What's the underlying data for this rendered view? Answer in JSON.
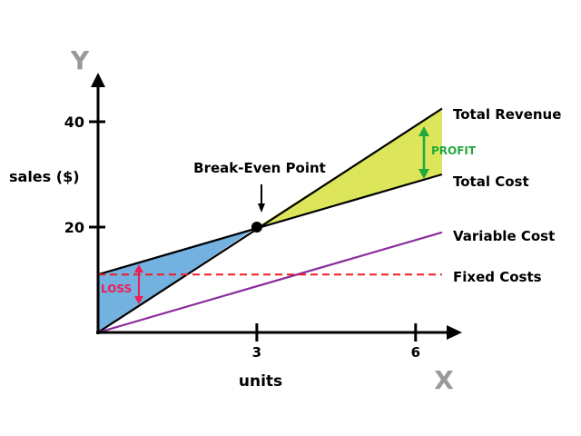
{
  "chart_data": {
    "type": "line",
    "title": "Break-Even Chart",
    "xlabel": "units",
    "ylabel": "sales ($)",
    "x_axis_letter": "X",
    "y_axis_letter": "Y",
    "x_ticks": [
      {
        "value": 3,
        "label": "3"
      },
      {
        "value": 6,
        "label": "6"
      }
    ],
    "y_ticks": [
      {
        "value": 20,
        "label": "20"
      },
      {
        "value": 40,
        "label": "40"
      }
    ],
    "xlim": [
      0,
      6.9
    ],
    "ylim": [
      0,
      50
    ],
    "series": [
      {
        "name": "Total Revenue",
        "points": [
          [
            0,
            0
          ],
          [
            6.5,
            42.5
          ]
        ],
        "color": "#000000",
        "style": "solid"
      },
      {
        "name": "Total Cost",
        "points": [
          [
            0,
            11
          ],
          [
            6.5,
            30
          ]
        ],
        "color": "#000000",
        "style": "solid"
      },
      {
        "name": "Variable Cost",
        "points": [
          [
            0,
            0
          ],
          [
            6.5,
            19
          ]
        ],
        "color": "#8a2d9c",
        "style": "solid"
      },
      {
        "name": "Fixed Costs",
        "points": [
          [
            0,
            11
          ],
          [
            6.5,
            11
          ]
        ],
        "color": "#ee1c25",
        "style": "dashed"
      }
    ],
    "break_even": {
      "label": "Break-Even Point",
      "x": 3,
      "y": 20
    },
    "regions": [
      {
        "label": "LOSS",
        "fill": "#73b1e1",
        "label_color": "#ee1c55"
      },
      {
        "label": "PROFIT",
        "fill": "#dde65a",
        "label_color": "#23a83e"
      }
    ]
  }
}
